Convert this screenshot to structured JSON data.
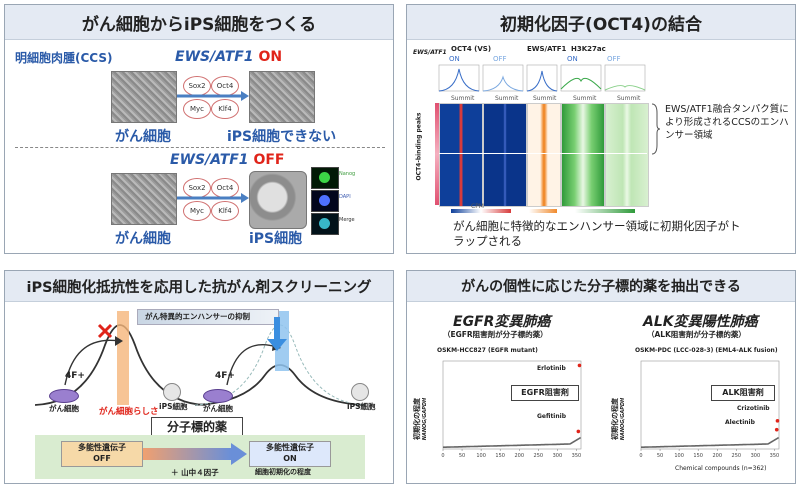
{
  "panel1": {
    "title": "がん細胞からiPS細胞をつくる",
    "ccs_label": "明細胞肉腫(CCS)",
    "ews_on": "EWS/ATF1",
    "on": "ON",
    "off": "OFF",
    "factors": [
      "Sox2",
      "Oct4",
      "Myc",
      "Klf4"
    ],
    "cancer_cell": "がん細胞",
    "no_ips": "iPS細胞できない",
    "ips": "iPS細胞",
    "stain_labels": [
      "Nanog",
      "DAPI",
      "Merge"
    ]
  },
  "panel2": {
    "title": "初期化因子(OCT4)の結合",
    "row_label": "EWS/ATF1",
    "col_groups": [
      "OCT4 (VS)",
      "EWS/ATF1",
      "H3K27ac"
    ],
    "on": "ON",
    "off": "OFF",
    "summit": "Summit",
    "side_label": "OCT4-binding peaks",
    "annotation": "EWS/ATF1融合タンパク質により形成されるCCSのエンハンサー領域",
    "bottom_text": "がん細胞に特徴的なエンハンサー領域に初期化因子がトラップされる",
    "cpm": "CPM"
  },
  "panel3": {
    "title": "iPS細胞化抵抗性を応用した抗がん剤スクリーニング",
    "suppress": "がん特異的エンハンサーの抑制",
    "factor_4f": "4F+",
    "cancer_cell": "がん細胞",
    "ips": "iPS細胞",
    "cancer_ness": "がん細胞らしさ",
    "target": "分子標的薬",
    "gene_off_1": "多能性遺伝子",
    "gene_off_2": "OFF",
    "gene_on_1": "多能性遺伝子",
    "gene_on_2": "ON",
    "yamanaka": "＋ 山中４因子",
    "degree": "細胞初期化の程度"
  },
  "panel4": {
    "title": "がんの個性に応じた分子標的薬を抽出できる",
    "left_head": "EGFR変異肺癌",
    "left_sub": "（EGFR阻害剤が分子標的薬）",
    "left_cell": "OSKM-HCC827 (EGFR mutant)",
    "left_box": "EGFR阻害剤",
    "erlotinib": "Erlotinib",
    "gefitinib": "Gefitinib",
    "right_head": "ALK変異陽性肺癌",
    "right_sub": "（ALK阻害剤が分子標的薬）",
    "right_cell": "OSKM-PDC (LCC-028-3) (EML4-ALK fusion)",
    "right_box": "ALK阻害剤",
    "crizotinib": "Crizotinib",
    "alectinib": "Alectinib",
    "ylabel": "初期化の程度",
    "ylabel2": "NANOG/GAPDH",
    "xlabel": "Chemical compounds (n=362)",
    "xticks": [
      "0",
      "50",
      "100",
      "150",
      "200",
      "250",
      "300",
      "350"
    ]
  },
  "chart_data": [
    {
      "type": "scatter",
      "title": "OSKM-HCC827 (EGFR mutant)",
      "xlabel": "",
      "ylabel": "初期化の程度 NANOG/GAPDH",
      "xlim": [
        0,
        362
      ],
      "highlight": [
        {
          "name": "Erlotinib",
          "x": 358,
          "y": 0.95
        },
        {
          "name": "Gefitinib",
          "x": 355,
          "y": 0.2
        }
      ]
    },
    {
      "type": "scatter",
      "title": "OSKM-PDC (LCC-028-3) (EML4-ALK fusion)",
      "xlabel": "Chemical compounds (n=362)",
      "ylabel": "初期化の程度 NANOG/GAPDH",
      "xlim": [
        0,
        362
      ],
      "highlight": [
        {
          "name": "Crizotinib",
          "x": 358,
          "y": 0.32
        },
        {
          "name": "Alectinib",
          "x": 356,
          "y": 0.22
        }
      ]
    }
  ]
}
